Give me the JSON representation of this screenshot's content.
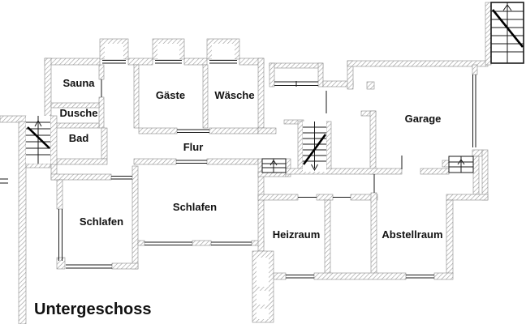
{
  "title": {
    "label": "Untergeschoss"
  },
  "rooms": {
    "sauna": {
      "label": "Sauna"
    },
    "dusche": {
      "label": "Dusche"
    },
    "bad": {
      "label": "Bad"
    },
    "gaeste": {
      "label": "Gäste"
    },
    "waesche": {
      "label": "Wäsche"
    },
    "flur": {
      "label": "Flur"
    },
    "schlafen_left": {
      "label": "Schlafen"
    },
    "schlafen_right": {
      "label": "Schlafen"
    },
    "heizraum": {
      "label": "Heizraum"
    },
    "abstellraum": {
      "label": "Abstellraum"
    },
    "garage": {
      "label": "Garage"
    }
  },
  "stairs": {
    "top_right_exterior": {
      "direction": "up"
    },
    "left_exterior": {
      "direction": "up"
    },
    "central_interior": {
      "direction": "down"
    },
    "bottom_right_small": {
      "direction": "up"
    }
  },
  "colors": {
    "background": "#ffffff",
    "wall_hatch": "#9a9a9a",
    "wall_outline": "#8a8a8a",
    "line": "#1a1a1a",
    "text": "#111111"
  }
}
